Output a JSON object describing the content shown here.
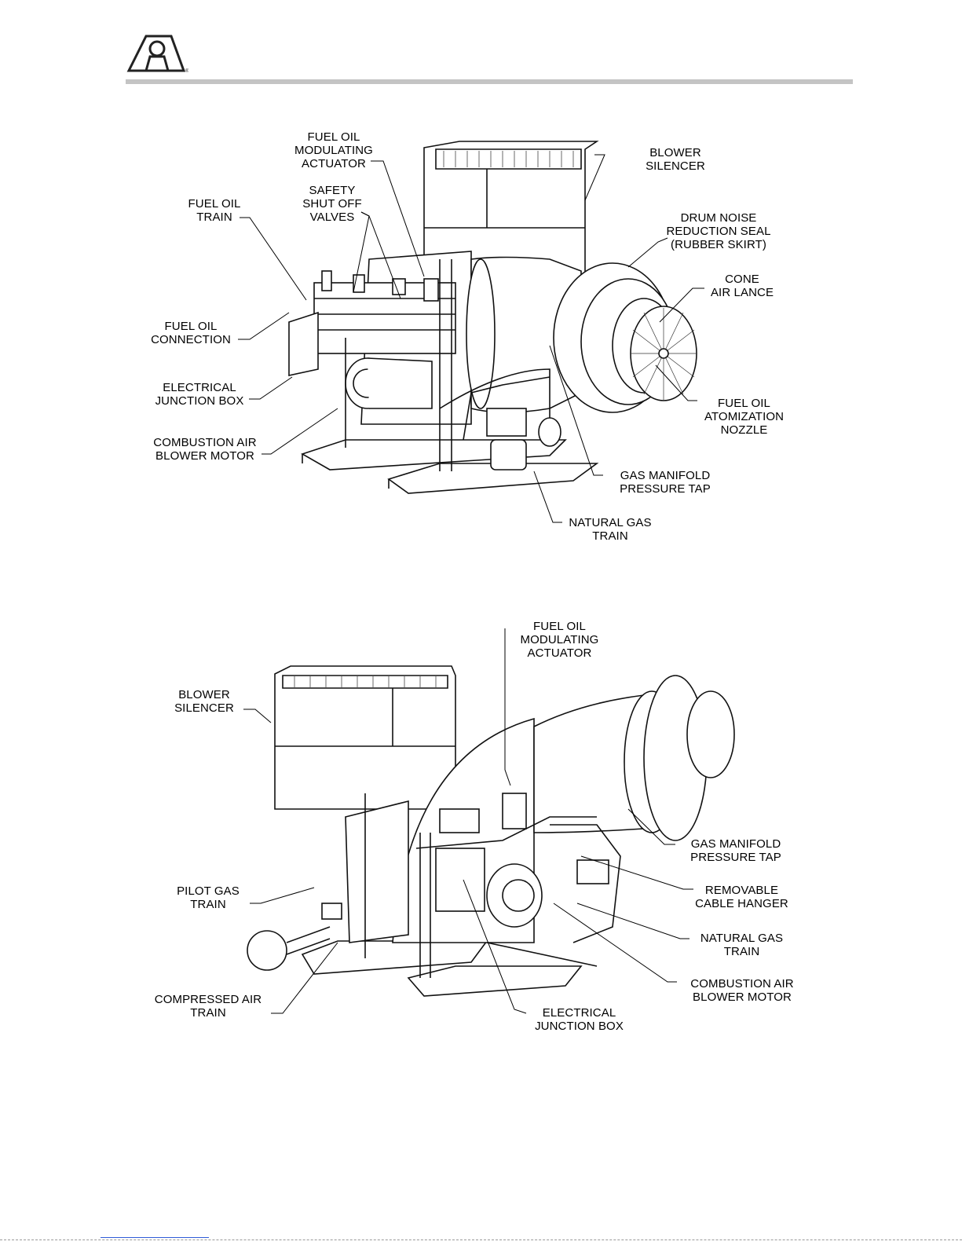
{
  "logo": {
    "icon": "company-logo",
    "mark": "®"
  },
  "diagram_top": {
    "labels": [
      {
        "id": "fuel-oil-modulating-actuator",
        "text": "FUEL OIL\nMODULATING\nACTUATOR"
      },
      {
        "id": "blower-silencer",
        "text": "BLOWER\nSILENCER"
      },
      {
        "id": "safety-shut-off-valves",
        "text": "SAFETY\nSHUT OFF\nVALVES"
      },
      {
        "id": "fuel-oil-train",
        "text": "FUEL OIL\nTRAIN"
      },
      {
        "id": "drum-noise-reduction-seal",
        "text": "DRUM NOISE\nREDUCTION SEAL\n(RUBBER SKIRT)"
      },
      {
        "id": "cone-air-lance",
        "text": "CONE\nAIR LANCE"
      },
      {
        "id": "fuel-oil-connection",
        "text": "FUEL OIL\nCONNECTION"
      },
      {
        "id": "electrical-junction-box",
        "text": "ELECTRICAL\nJUNCTION BOX"
      },
      {
        "id": "fuel-oil-atomization-nozzle",
        "text": "FUEL OIL\nATOMIZATION\nNOZZLE"
      },
      {
        "id": "combustion-air-blower-motor",
        "text": "COMBUSTION AIR\nBLOWER MOTOR"
      },
      {
        "id": "gas-manifold-pressure-tap",
        "text": "GAS  MANIFOLD\nPRESSURE TAP"
      },
      {
        "id": "natural-gas-train",
        "text": "NATURAL GAS\nTRAIN"
      }
    ]
  },
  "diagram_bottom": {
    "labels": [
      {
        "id": "fuel-oil-modulating-actuator",
        "text": "FUEL OIL\nMODULATING\nACTUATOR"
      },
      {
        "id": "blower-silencer",
        "text": "BLOWER\nSILENCER"
      },
      {
        "id": "gas-manifold-pressure-tap",
        "text": "GAS  MANIFOLD\nPRESSURE TAP"
      },
      {
        "id": "removable-cable-hanger",
        "text": "REMOVABLE\nCABLE HANGER"
      },
      {
        "id": "pilot-gas-train",
        "text": "PILOT GAS\nTRAIN"
      },
      {
        "id": "natural-gas-train",
        "text": "NATURAL GAS\nTRAIN"
      },
      {
        "id": "combustion-air-blower-motor",
        "text": "COMBUSTION AIR\nBLOWER MOTOR"
      },
      {
        "id": "compressed-air-train",
        "text": "COMPRESSED AIR\nTRAIN"
      },
      {
        "id": "electrical-junction-box",
        "text": "ELECTRICAL\nJUNCTION BOX"
      }
    ]
  }
}
